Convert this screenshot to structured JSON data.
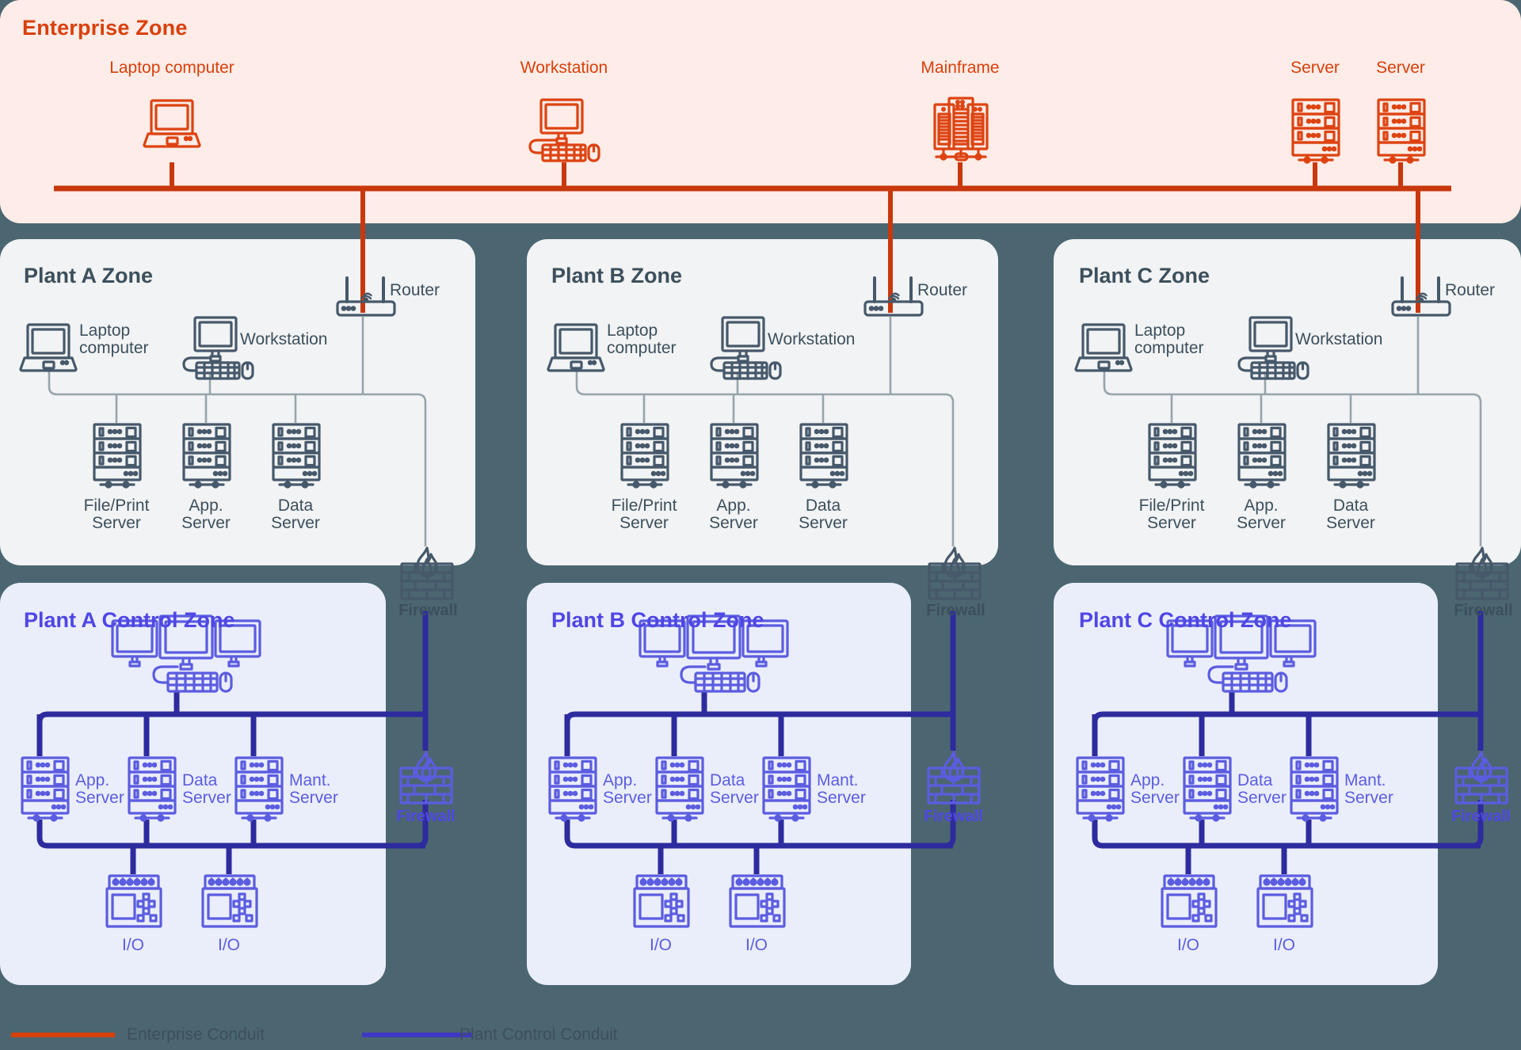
{
  "colors": {
    "page_background": "#4b6671",
    "enterprise_fill": "#fdece7",
    "enterprise_accent": "#d9400b",
    "plant_fill": "#f1f3f4",
    "plant_accent": "#3d4f5c",
    "control_fill": "#eaeefb",
    "control_accent": "#4f46e5",
    "control_line": "#2d2b9e",
    "thin_link": "#8a99a3"
  },
  "enterprise_zone": {
    "title": "Enterprise Zone",
    "nodes": [
      {
        "label": "Laptop computer",
        "icon": "laptop-icon"
      },
      {
        "label": "Workstation",
        "icon": "workstation-icon"
      },
      {
        "label": "Mainframe",
        "icon": "mainframe-icon"
      },
      {
        "label": "Server",
        "icon": "server-icon"
      },
      {
        "label": "Server",
        "icon": "server-icon"
      }
    ]
  },
  "plant_zones": [
    {
      "title": "Plant A Zone",
      "router": {
        "label": "Router",
        "icon": "router-icon"
      },
      "laptop": {
        "label": "Laptop computer",
        "icon": "laptop-icon"
      },
      "workstation": {
        "label": "Workstation",
        "icon": "workstation-icon"
      },
      "servers": [
        {
          "line1": "File/Print",
          "line2": "Server",
          "icon": "server-icon"
        },
        {
          "line1": "App.",
          "line2": "Server",
          "icon": "server-icon"
        },
        {
          "line1": "Data",
          "line2": "Server",
          "icon": "server-icon"
        }
      ],
      "firewall": {
        "label": "Firewall",
        "icon": "firewall-icon"
      }
    },
    {
      "title": "Plant B Zone",
      "router": {
        "label": "Router",
        "icon": "router-icon"
      },
      "laptop": {
        "label": "Laptop computer",
        "icon": "laptop-icon"
      },
      "workstation": {
        "label": "Workstation",
        "icon": "workstation-icon"
      },
      "servers": [
        {
          "line1": "File/Print",
          "line2": "Server",
          "icon": "server-icon"
        },
        {
          "line1": "App.",
          "line2": "Server",
          "icon": "server-icon"
        },
        {
          "line1": "Data",
          "line2": "Server",
          "icon": "server-icon"
        }
      ],
      "firewall": {
        "label": "Firewall",
        "icon": "firewall-icon"
      }
    },
    {
      "title": "Plant C Zone",
      "router": {
        "label": "Router",
        "icon": "router-icon"
      },
      "laptop": {
        "label": "Laptop computer",
        "icon": "laptop-icon"
      },
      "workstation": {
        "label": "Workstation",
        "icon": "workstation-icon"
      },
      "servers": [
        {
          "line1": "File/Print",
          "line2": "Server",
          "icon": "server-icon"
        },
        {
          "line1": "App.",
          "line2": "Server",
          "icon": "server-icon"
        },
        {
          "line1": "Data",
          "line2": "Server",
          "icon": "server-icon"
        }
      ],
      "firewall": {
        "label": "Firewall",
        "icon": "firewall-icon"
      }
    }
  ],
  "control_zones": [
    {
      "title": "Plant A Control Zone",
      "hmi": {
        "icon": "multi-monitor-workstation-icon"
      },
      "servers": [
        {
          "line1": "App.",
          "line2": "Server",
          "icon": "server-icon"
        },
        {
          "line1": "Data",
          "line2": "Server",
          "icon": "server-icon"
        },
        {
          "line1": "Mant.",
          "line2": "Server",
          "icon": "server-icon"
        }
      ],
      "io": [
        {
          "label": "I/O",
          "icon": "io-module-icon"
        },
        {
          "label": "I/O",
          "icon": "io-module-icon"
        }
      ],
      "firewall": {
        "label": "Firewall",
        "icon": "firewall-icon"
      }
    },
    {
      "title": "Plant B Control Zone",
      "hmi": {
        "icon": "multi-monitor-workstation-icon"
      },
      "servers": [
        {
          "line1": "App.",
          "line2": "Server",
          "icon": "server-icon"
        },
        {
          "line1": "Data",
          "line2": "Server",
          "icon": "server-icon"
        },
        {
          "line1": "Mant.",
          "line2": "Server",
          "icon": "server-icon"
        }
      ],
      "io": [
        {
          "label": "I/O",
          "icon": "io-module-icon"
        },
        {
          "label": "I/O",
          "icon": "io-module-icon"
        }
      ],
      "firewall": {
        "label": "Firewall",
        "icon": "firewall-icon"
      }
    },
    {
      "title": "Plant C Control Zone",
      "hmi": {
        "icon": "multi-monitor-workstation-icon"
      },
      "servers": [
        {
          "line1": "App.",
          "line2": "Server",
          "icon": "server-icon"
        },
        {
          "line1": "Data",
          "line2": "Server",
          "icon": "server-icon"
        },
        {
          "line1": "Mant.",
          "line2": "Server",
          "icon": "server-icon"
        }
      ],
      "io": [
        {
          "label": "I/O",
          "icon": "io-module-icon"
        },
        {
          "label": "I/O",
          "icon": "io-module-icon"
        }
      ],
      "firewall": {
        "label": "Firewall",
        "icon": "firewall-icon"
      }
    }
  ],
  "legend": [
    {
      "label": "Enterprise Conduit",
      "color": "#d9400b"
    },
    {
      "label": "Plant Control Conduit",
      "color": "#4038c4"
    }
  ]
}
